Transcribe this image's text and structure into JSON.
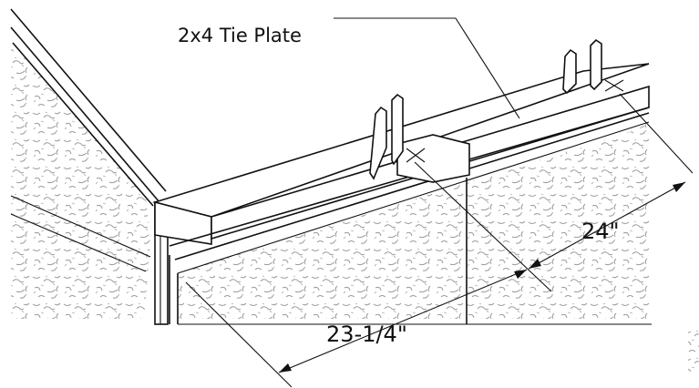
{
  "labels": {
    "tie_plate": "2x4 Tie Plate",
    "dim_24": "24\"",
    "dim_23": "23-1/4\""
  },
  "colors": {
    "line": "#111111",
    "texture": "#9a9a9a",
    "background": "#ffffff"
  }
}
